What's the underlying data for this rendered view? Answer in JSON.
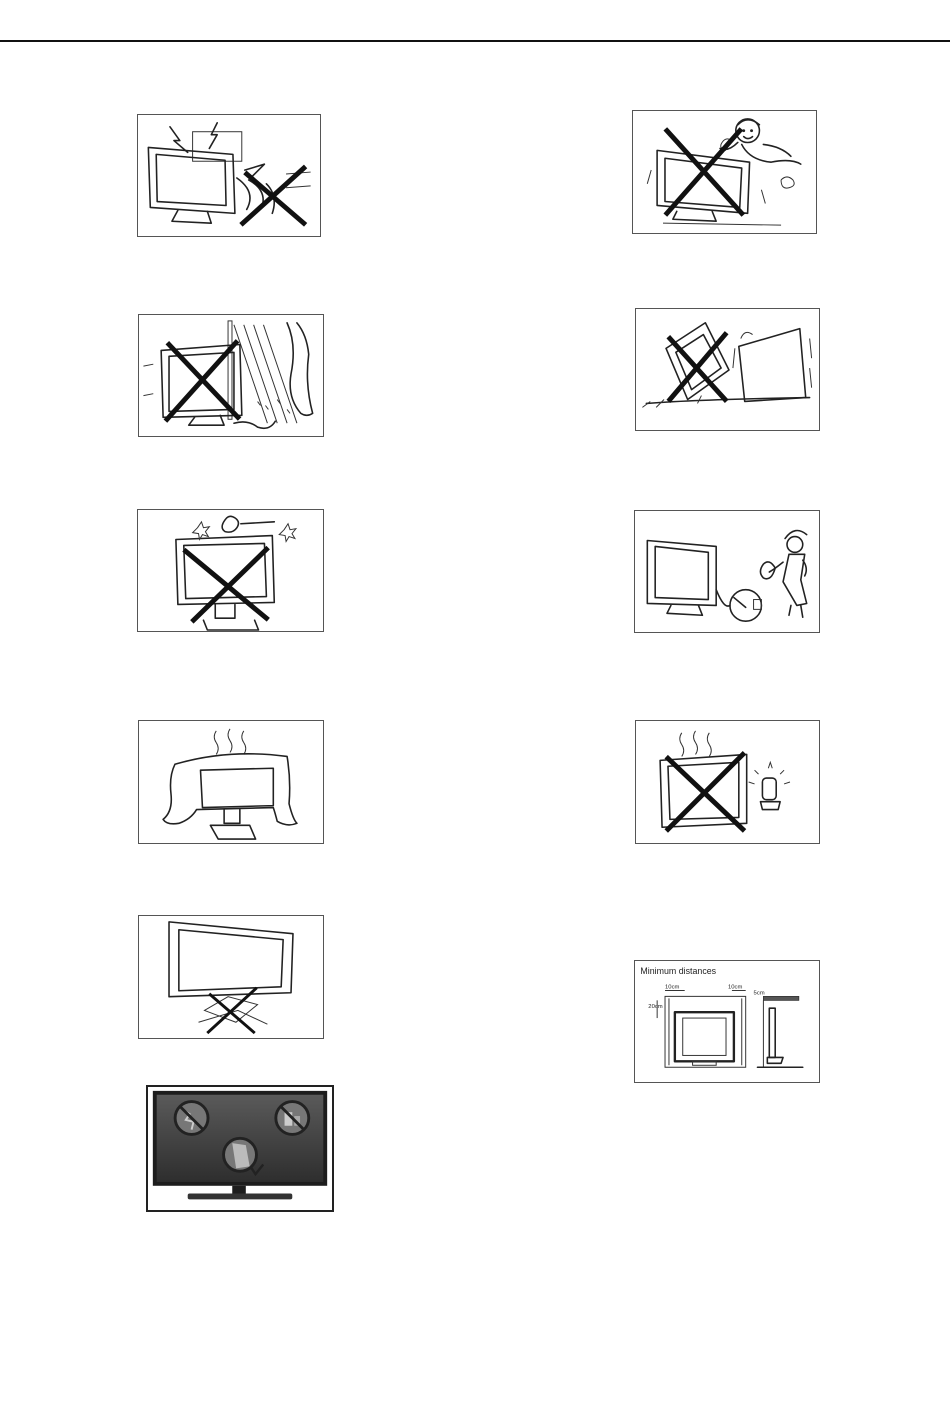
{
  "page": {
    "illustrations": [
      {
        "id": "lightning-storm",
        "icon": "lightning-storm-tv-icon",
        "prohibited": true
      },
      {
        "id": "child-pushing-tv",
        "icon": "child-pushing-tv-icon",
        "prohibited": true
      },
      {
        "id": "rain-window",
        "icon": "rain-window-tv-icon",
        "prohibited": true
      },
      {
        "id": "unstable-surface",
        "icon": "unstable-surface-icon",
        "prohibited": true
      },
      {
        "id": "object-impact",
        "icon": "impact-top-tv-icon",
        "prohibited": true
      },
      {
        "id": "unplug-cord",
        "icon": "woman-unplugging-cord-icon",
        "prohibited": false
      },
      {
        "id": "covered-tv",
        "icon": "cloth-covered-tv-icon",
        "prohibited": false
      },
      {
        "id": "heat-source",
        "icon": "heater-near-tv-icon",
        "prohibited": true
      },
      {
        "id": "improper-stand",
        "icon": "improper-stand-tv-icon",
        "prohibited": true
      },
      {
        "id": "minimum-distances",
        "icon": "minimum-distances-icon",
        "prohibited": false
      },
      {
        "id": "screen-care",
        "icon": "screen-care-tv-icon",
        "prohibited": false
      }
    ],
    "minimum_distances": {
      "title": "Minimum distances",
      "top": "10cm",
      "side": "10cm",
      "back": "5cm",
      "left": "20cm"
    }
  }
}
